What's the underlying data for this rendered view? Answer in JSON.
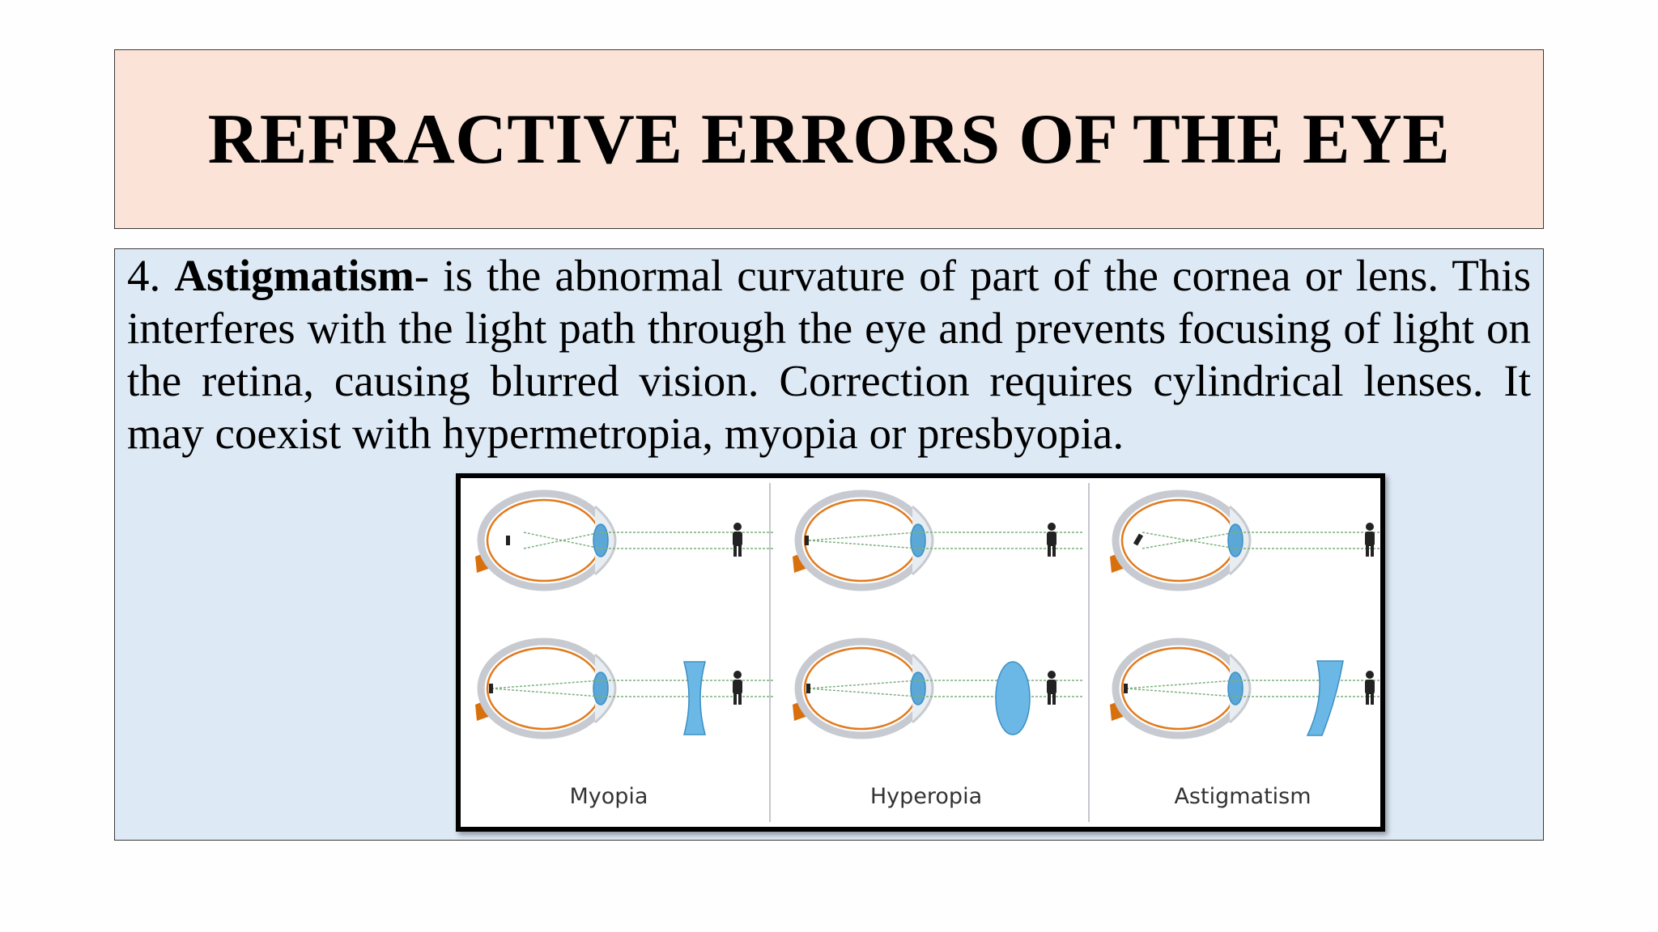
{
  "slide": {
    "title": "REFRACTIVE ERRORS OF THE EYE",
    "point_number": "4.",
    "term": "Astigmatism",
    "definition": "- is the abnormal curvature of part of the cornea or lens. This interferes with the light path through the eye and prevents focusing of light on the retina, causing blurred vision. Correction requires cylindrical lenses. It may coexist with hypermetropia, myopia or presbyopia."
  },
  "figure": {
    "panels": [
      {
        "caption": "Myopia",
        "corrective_lens": "concave"
      },
      {
        "caption": "Hyperopia",
        "corrective_lens": "convex"
      },
      {
        "caption": "Astigmatism",
        "corrective_lens": "cylindrical"
      }
    ],
    "colors": {
      "eye_outline": "#b5b9c0",
      "eye_inner": "#e07b20",
      "optic_nerve": "#d9700e",
      "lens": "#5aa7d8",
      "corrective_lens": "#6bb8e6",
      "light_path": "#7ab07a"
    }
  }
}
